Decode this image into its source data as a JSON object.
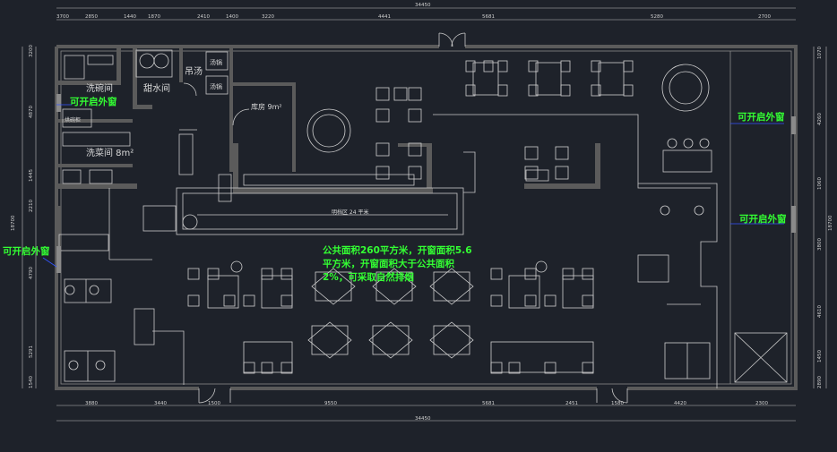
{
  "colors": {
    "background": "#1e222a",
    "wall": "#5b5b5b",
    "line": "#c9c9c9",
    "annotation": "#33ff33",
    "leader": "#3355ff"
  },
  "dims": {
    "top_total": "34450",
    "top": [
      "3700",
      "2850",
      "1440",
      "1870",
      "2410",
      "1400",
      "3220",
      "4441",
      "5681",
      "5280",
      "2700"
    ],
    "bottom_total": "34450",
    "bottom": [
      "3880",
      "3440",
      "1500",
      "9550",
      "5681",
      "2451",
      "1580",
      "4420",
      "2300"
    ],
    "left_total": "18700",
    "left": [
      "3200",
      "4870",
      "1445",
      "2210",
      "4790",
      "5291",
      "1540"
    ],
    "right_total": "18700",
    "right": [
      "1070",
      "4260",
      "1060",
      "3800",
      "4610",
      "1450",
      "2890"
    ]
  },
  "rooms": {
    "dishwash": "洗碗间",
    "pastry": "甜水间",
    "soup": "吊汤",
    "stock1": "汤锅",
    "stock2": "汤锅",
    "washveg": "洗菜间 8m²",
    "dryroom": "烘碗柜",
    "storage": "库房 9m²",
    "counter": "明档区   24 平米"
  },
  "annotations": {
    "window_top_left": "可开启外窗",
    "window_left": "可开启外窗",
    "window_right_top": "可开启外窗",
    "window_right_mid": "可开启外窗",
    "note": "公共面积260平方米，开窗面积5.6平方米，开窗面积大于公共面积2%，可采取自然排烟"
  }
}
